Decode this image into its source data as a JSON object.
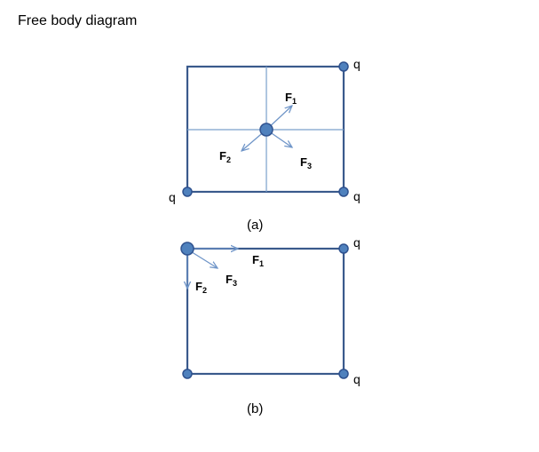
{
  "title": "Free body diagram",
  "charge_label": "q",
  "diagram_a": {
    "caption": "(a)",
    "forces": [
      {
        "base": "F",
        "sub": "1"
      },
      {
        "base": "F",
        "sub": "2"
      },
      {
        "base": "F",
        "sub": "3"
      }
    ]
  },
  "diagram_b": {
    "caption": "(b)",
    "forces": [
      {
        "base": "F",
        "sub": "1"
      },
      {
        "base": "F",
        "sub": "2"
      },
      {
        "base": "F",
        "sub": "3"
      }
    ]
  },
  "colors": {
    "box_stroke": "#3a5a8c",
    "grid_line": "#7aa0cc",
    "arrow": "#6f95c8",
    "charge_fill": "#4f81bd"
  }
}
